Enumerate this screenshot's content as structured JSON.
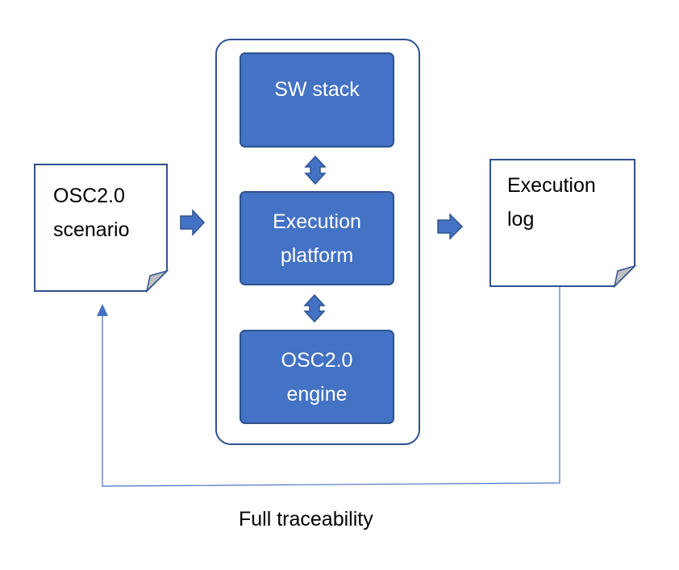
{
  "colors": {
    "block_fill": "#4472C4",
    "block_border": "#2F528F",
    "line": "#4472C4",
    "doc_border": "#2F528F",
    "doc_fill": "#FFFFFF",
    "fold_fill": "#BFBFBF"
  },
  "input_doc": {
    "line1": "OSC2.0",
    "line2": "scenario"
  },
  "output_doc": {
    "line1": "Execution",
    "line2": "log"
  },
  "stack": {
    "sw_stack": {
      "label": "SW stack"
    },
    "platform": {
      "line1": "Execution",
      "line2": "platform"
    },
    "engine": {
      "line1": "OSC2.0",
      "line2": "engine"
    }
  },
  "caption": "Full traceability"
}
